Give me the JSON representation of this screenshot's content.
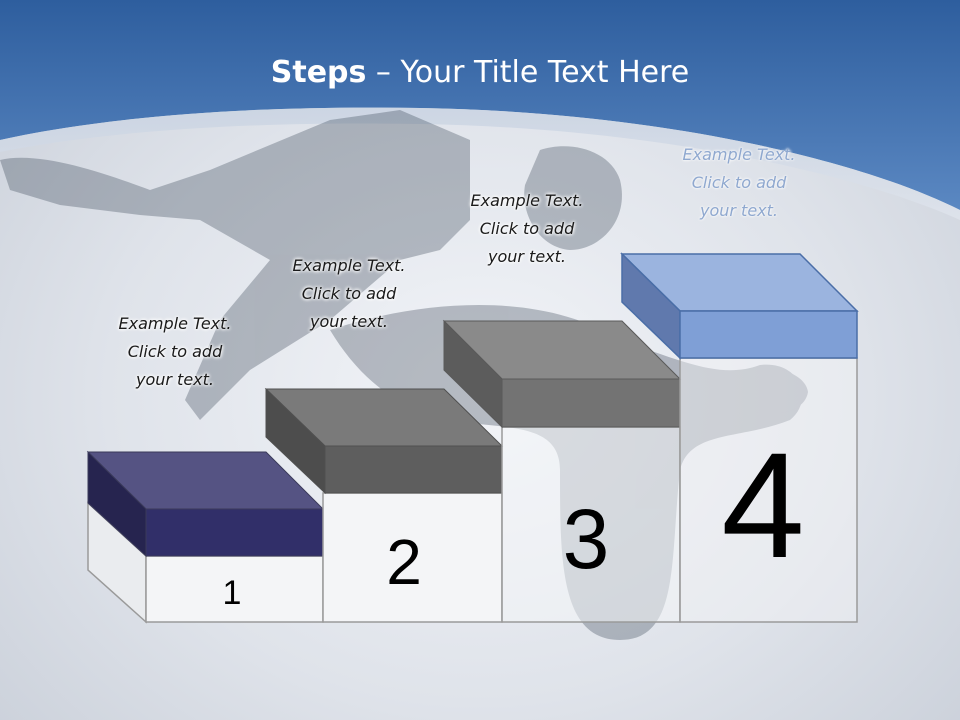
{
  "title": {
    "bold": "Steps",
    "rest": " – Your Title Text Here"
  },
  "steps": [
    {
      "number": "1",
      "line1": "Example Text.",
      "line2": "Click  to add",
      "line3": "your text.",
      "color": "#2f2d63"
    },
    {
      "number": "2",
      "line1": "Example Text.",
      "line2": "Click  to add",
      "line3": "your text.",
      "color": "#5f5f5f"
    },
    {
      "number": "3",
      "line1": "Example Text.",
      "line2": "Click  to add",
      "line3": "your text.",
      "color": "#6e6e6e"
    },
    {
      "number": "4",
      "line1": "Example Text.",
      "line2": "Click  to add",
      "line3": "your text.",
      "color": "#7f9fd3"
    }
  ],
  "colors": {
    "header_blue": "#3f6fae",
    "accent_light_blue": "#8fa8cf"
  }
}
